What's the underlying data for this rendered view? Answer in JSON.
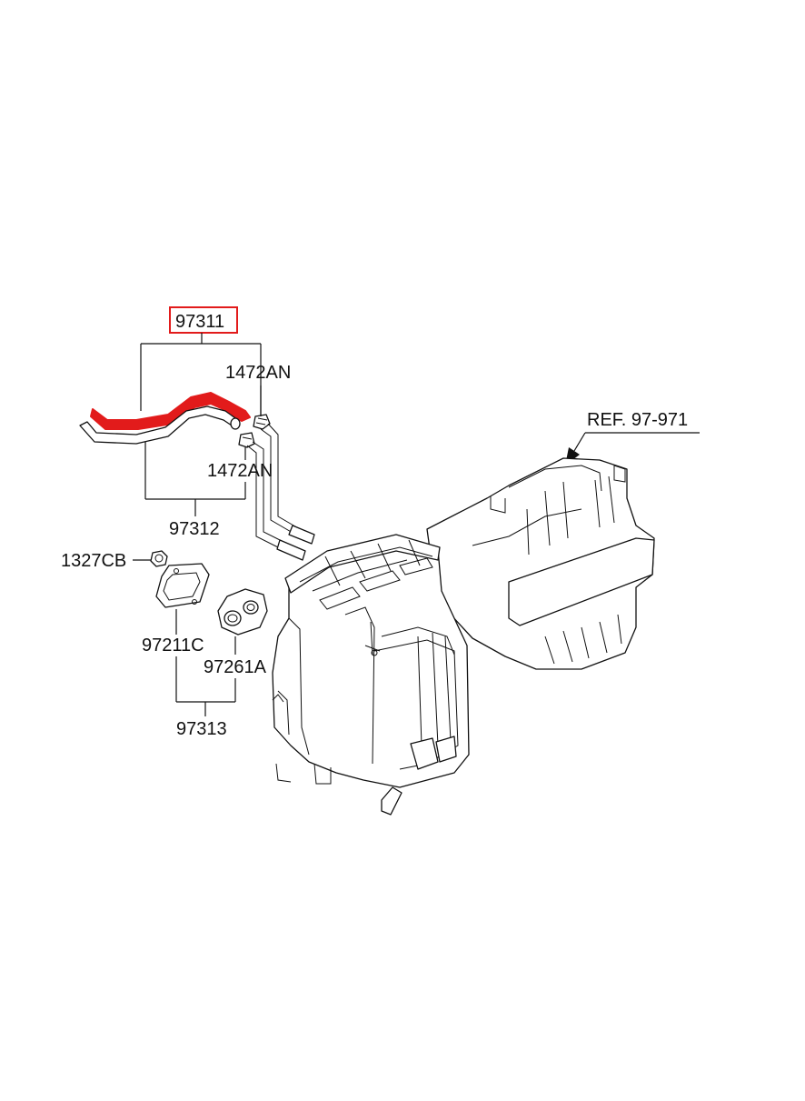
{
  "labels": {
    "hose_upper": "97311",
    "clamp_upper": "1472AN",
    "clamp_lower": "1472AN",
    "hose_lower": "97312",
    "nut": "1327CB",
    "gasket": "97211C",
    "grommet": "97261A",
    "kit": "97313",
    "reference": "REF. 97-971"
  },
  "colors": {
    "highlight": "#e21b1b",
    "line": "#111111",
    "background": "#ffffff"
  }
}
